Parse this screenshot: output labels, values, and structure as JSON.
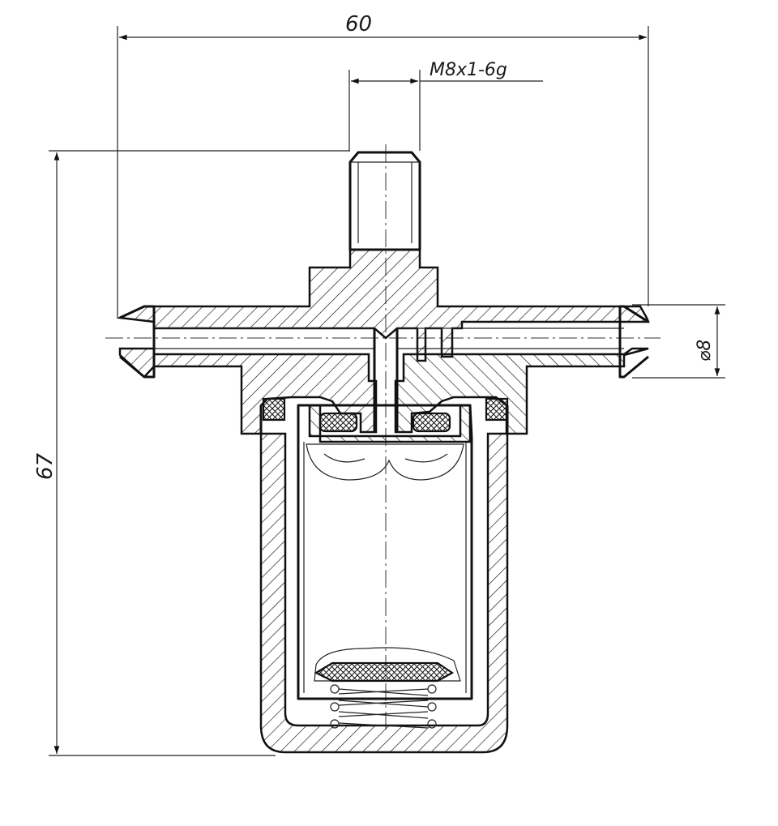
{
  "dimensions": {
    "overall_width": "60",
    "overall_height": "67",
    "thread": "M8x1-6g",
    "hose_diameter": "⌀8"
  },
  "colors": {
    "ink": "#111111",
    "paper": "#ffffff"
  }
}
